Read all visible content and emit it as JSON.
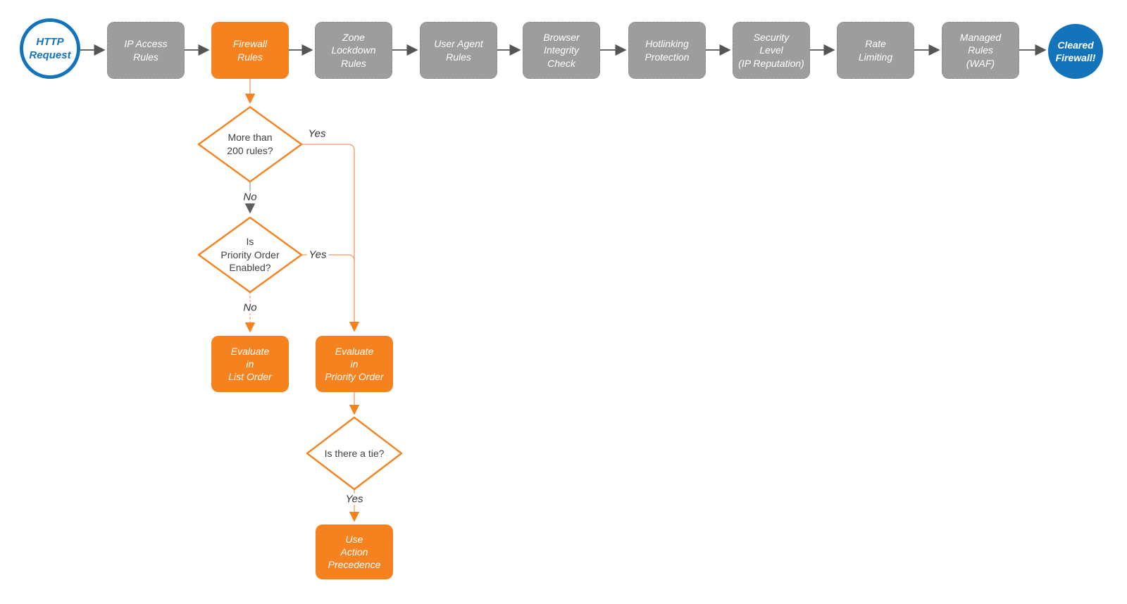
{
  "title": "HTTP request firewall evaluation flowchart",
  "colors": {
    "orange": "#F6821F",
    "orange-light": "#F5A87D",
    "gray-node": "#9D9D9D",
    "gray-node-border": "#8A8A8A",
    "arrow-dark": "#555555",
    "gray-line": "#B3B3B3",
    "gray-arrow": "#5E5E5E",
    "blue": "#1374BC",
    "text-dark": "#414141",
    "label-dark": "#333333",
    "white": "#FFFFFF"
  },
  "pipeline": {
    "steps": [
      {
        "id": "http-request",
        "type": "start-circle",
        "lines": [
          "HTTP",
          "Request"
        ]
      },
      {
        "id": "ip-access-rules",
        "type": "step",
        "lines": [
          "IP Access",
          "Rules"
        ]
      },
      {
        "id": "firewall-rules",
        "type": "step-highlighted",
        "lines": [
          "Firewall",
          "Rules"
        ]
      },
      {
        "id": "zone-lockdown-rules",
        "type": "step",
        "lines": [
          "Zone",
          "Lockdown",
          "Rules"
        ]
      },
      {
        "id": "user-agent-rules",
        "type": "step",
        "lines": [
          "User Agent",
          "Rules"
        ]
      },
      {
        "id": "browser-integrity-check",
        "type": "step",
        "lines": [
          "Browser",
          "Integrity",
          "Check"
        ]
      },
      {
        "id": "hotlinking-protection",
        "type": "step",
        "lines": [
          "Hotlinking",
          "Protection"
        ]
      },
      {
        "id": "security-level",
        "type": "step",
        "lines": [
          "Security",
          "Level",
          "(IP Reputation)"
        ]
      },
      {
        "id": "rate-limiting",
        "type": "step",
        "lines": [
          "Rate",
          "Limiting"
        ]
      },
      {
        "id": "managed-rules-waf",
        "type": "step",
        "lines": [
          "Managed",
          "Rules",
          "(WAF)"
        ]
      },
      {
        "id": "cleared-firewall",
        "type": "end-circle",
        "lines": [
          "Cleared",
          "Firewall!"
        ]
      }
    ]
  },
  "decision_tree": {
    "diamonds": [
      {
        "id": "more-than-200-rules",
        "lines": [
          "More than",
          "200 rules?"
        ]
      },
      {
        "id": "priority-order-enabled",
        "lines": [
          "Is",
          "Priority Order",
          "Enabled?"
        ]
      },
      {
        "id": "is-there-a-tie",
        "lines": [
          "Is there a tie?"
        ]
      }
    ],
    "actions": [
      {
        "id": "evaluate-in-list-order",
        "lines": [
          "Evaluate",
          "in",
          "List Order"
        ]
      },
      {
        "id": "evaluate-in-priority-order",
        "lines": [
          "Evaluate",
          "in",
          "Priority Order"
        ]
      },
      {
        "id": "use-action-precedence",
        "lines": [
          "Use",
          "Action",
          "Precedence"
        ]
      }
    ],
    "edges": [
      {
        "from": "more-than-200-rules",
        "to": "evaluate-in-priority-order",
        "label": "Yes"
      },
      {
        "from": "more-than-200-rules",
        "to": "priority-order-enabled",
        "label": "No"
      },
      {
        "from": "priority-order-enabled",
        "to": "evaluate-in-priority-order",
        "label": "Yes"
      },
      {
        "from": "priority-order-enabled",
        "to": "evaluate-in-list-order",
        "label": "No"
      },
      {
        "from": "is-there-a-tie",
        "to": "use-action-precedence",
        "label": "Yes"
      }
    ]
  }
}
